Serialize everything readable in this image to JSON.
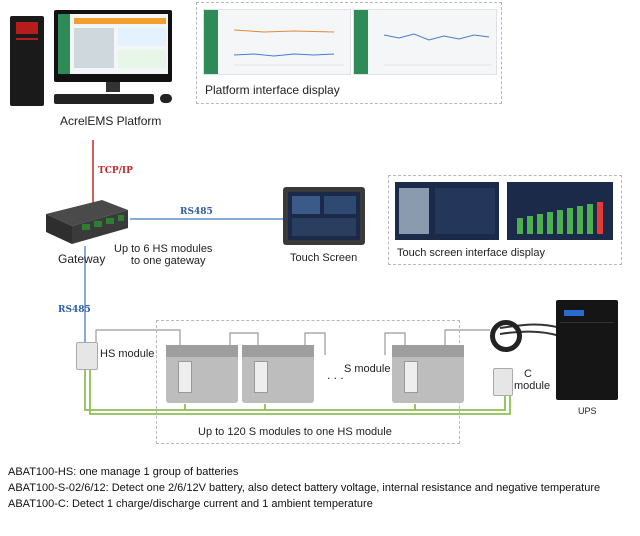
{
  "labels": {
    "platform": "AcrelEMS Platform",
    "platform_display": "Platform interface display",
    "gateway": "Gateway",
    "gateway_note_line1": "Up to 6 HS modules",
    "gateway_note_line2": "to one gateway",
    "touch_screen": "Touch Screen",
    "touch_display": "Touch screen interface display",
    "hs_module": "HS module",
    "s_module": "S module",
    "c_module_line1": "C",
    "c_module_line2": "module",
    "ups": "UPS",
    "s_note": "Up to 120 S modules to one HS module",
    "ellipsis": ". . ."
  },
  "protocols": {
    "tcpip": "TCP/IP",
    "rs485_top": "RS485",
    "rs485_left": "RS485"
  },
  "notes": [
    "ABAT100-HS: one manage 1 group of batteries",
    "ABAT100-S-02/6/12: Detect one 2/6/12V battery, also detect battery voltage, internal resistance and negative temperature",
    "ABAT100-C: Detect 1 charge/discharge current and 1 ambient temperature"
  ],
  "colors": {
    "tcpip_line": "#c62828",
    "rs485_line": "#5b8fd0",
    "rs485_text": "#2f5fa8",
    "bus_line": "#8cc152",
    "dashed_border": "#b8b8b8"
  },
  "icons": {
    "pc": "desktop-computer-icon",
    "gateway": "gateway-device-icon",
    "touch": "touch-panel-icon",
    "battery": "battery-icon",
    "ups": "ups-cabinet-icon",
    "ct": "current-clamp-icon"
  }
}
